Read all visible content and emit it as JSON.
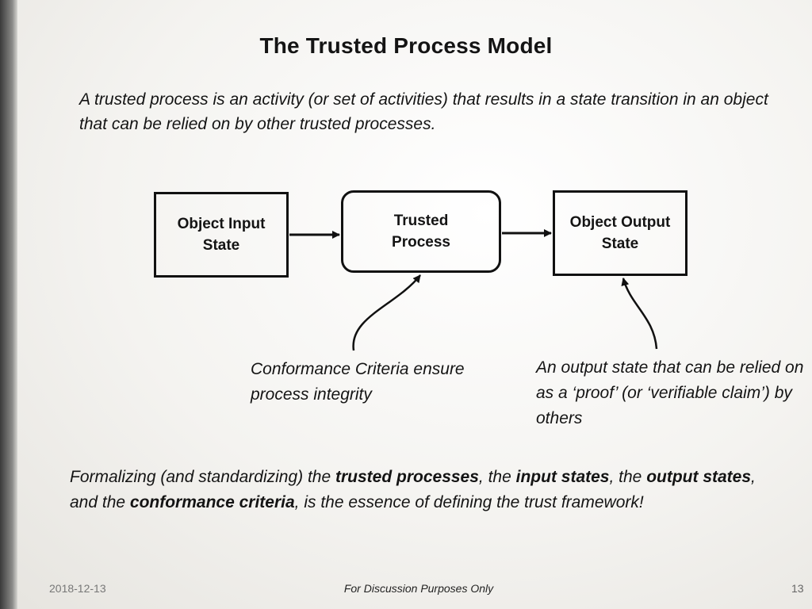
{
  "slide": {
    "title": "The Trusted Process Model",
    "intro": "A trusted process is an activity (or set of activities) that results in a state transition in an object that can be relied on by other trusted processes."
  },
  "diagram": {
    "nodes": {
      "input": "Object Input State",
      "process": "Trusted Process",
      "output": "Object Output State"
    },
    "notes": {
      "conformance": "Conformance Criteria ensure process integrity",
      "output": "An output state that can be relied on as a ‘proof’ (or ‘verifiable claim’) by others"
    }
  },
  "conclusion": {
    "part1": "Formalizing (and standardizing) the ",
    "bold1": "trusted processes",
    "part2": ", the ",
    "bold2": "input states",
    "part3": ", the ",
    "bold3": "output states",
    "part4": ", and the ",
    "bold4": "conformance criteria",
    "part5": ", is the essence of defining the trust framework!"
  },
  "footer": {
    "date": "2018-12-13",
    "center": "For Discussion Purposes Only",
    "page": "13"
  }
}
